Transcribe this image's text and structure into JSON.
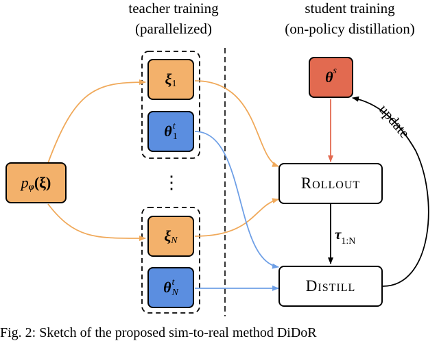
{
  "headers": {
    "teacher_line1": "teacher training",
    "teacher_line2": "(parallelized)",
    "student_line1": "student training",
    "student_line2": "(on-policy distillation)"
  },
  "nodes": {
    "p_phi": {
      "base": "p",
      "sub": "φ",
      "arg": "(ξ)"
    },
    "xi_1": {
      "base": "ξ",
      "sub": "1"
    },
    "theta_1": {
      "base": "θ",
      "sup": "t",
      "sub": "1"
    },
    "dots": "⋮",
    "xi_N": {
      "base": "ξ",
      "sub": "N"
    },
    "theta_N": {
      "base": "θ",
      "sup": "t",
      "sub": "N"
    },
    "theta_s": {
      "base": "θ",
      "sup": "s"
    },
    "rollout": "Rollout",
    "distill": "Distill"
  },
  "edge_labels": {
    "update": "update",
    "tau": {
      "base": "τ",
      "sub": "1:N"
    }
  },
  "colors": {
    "orange_fill": "#f3b16b",
    "orange_edge": "#f0a95a",
    "blue_fill": "#5b8ee0",
    "blue_edge": "#6e9fe6",
    "red_fill": "#e26a50",
    "red_edge": "#e26a50"
  },
  "caption": "Fig. 2: Sketch of the proposed sim-to-real method DiDoR"
}
